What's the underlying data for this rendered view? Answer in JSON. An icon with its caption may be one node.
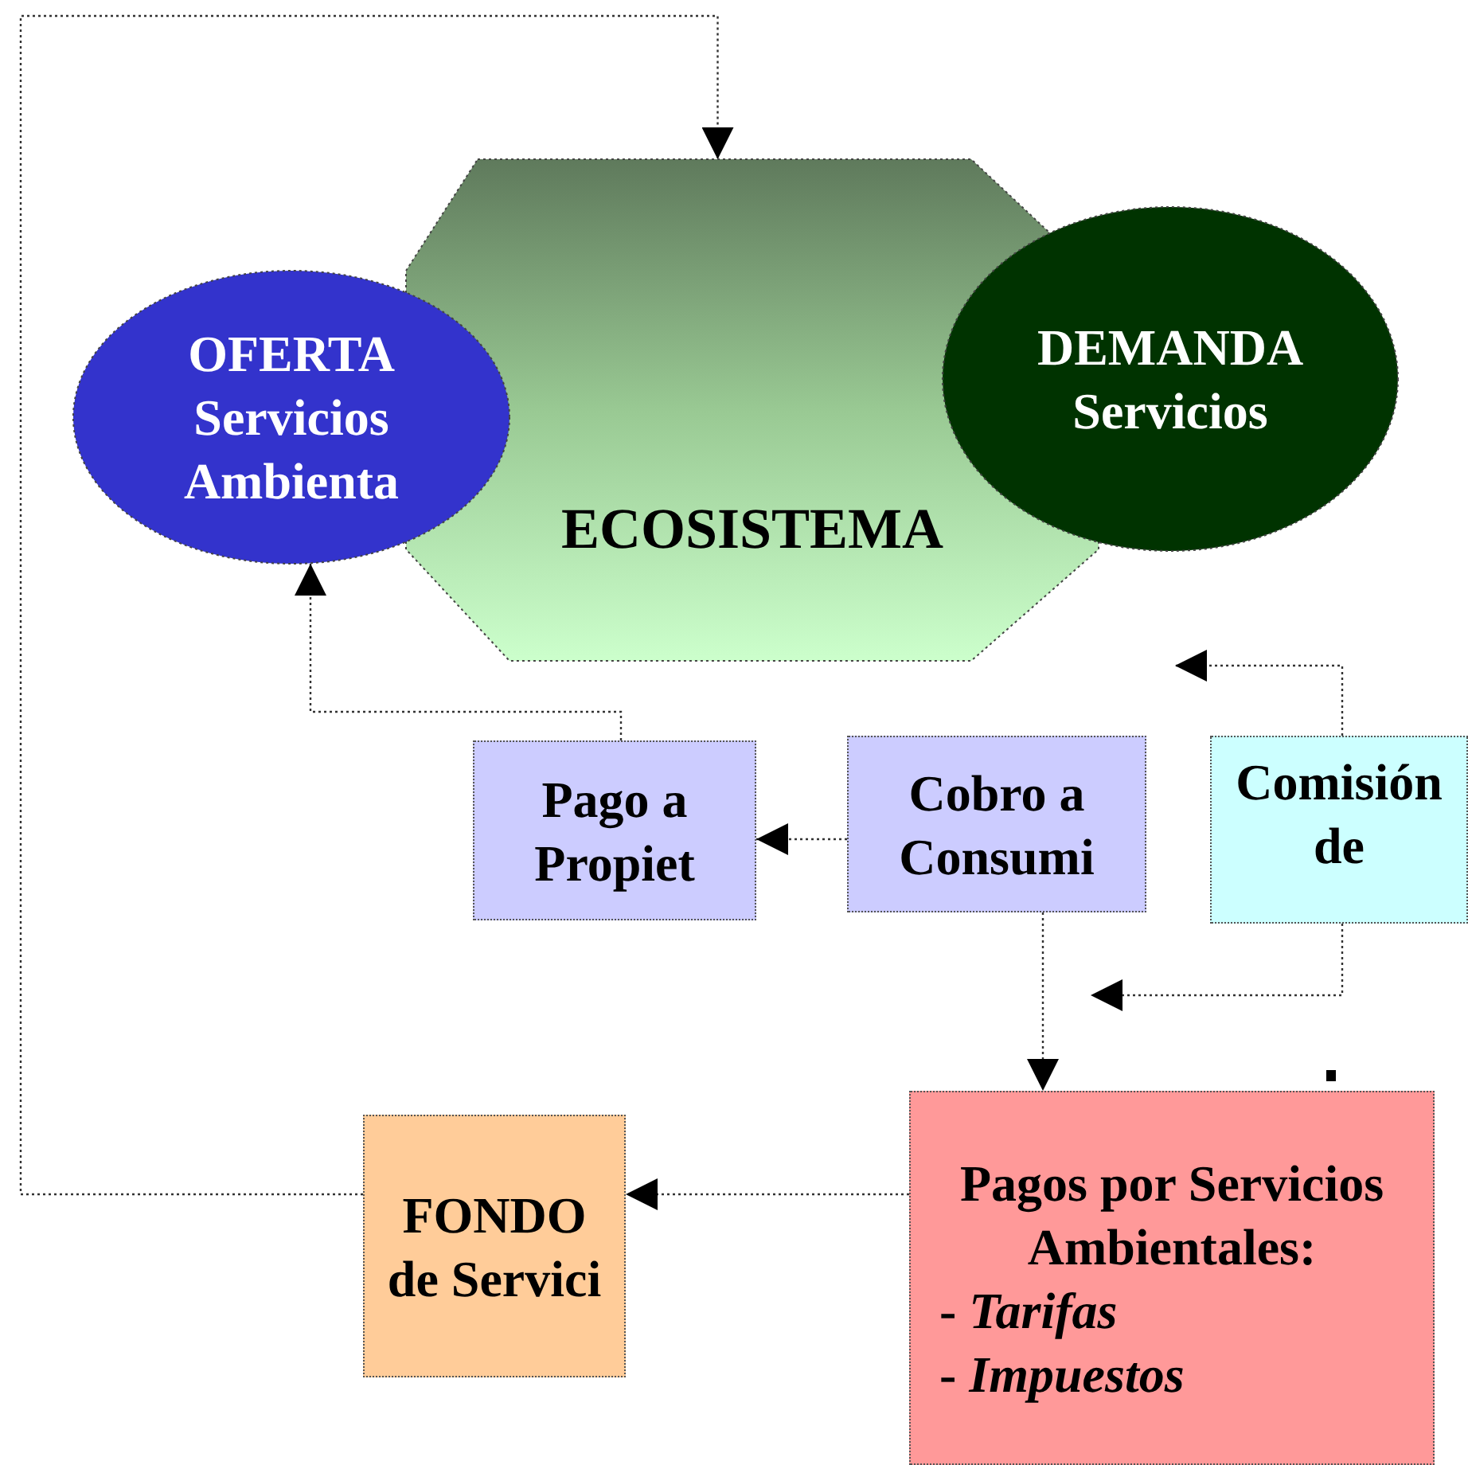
{
  "diagram": {
    "nodes": [
      {
        "text": [
          "ECOSISTEMA"
        ]
      },
      {
        "text": [
          "OFERTA Servicios Ambienta"
        ]
      },
      {
        "text": [
          "DEMANDA Servicios"
        ]
      },
      {
        "text": [
          "Pago a Propiet"
        ]
      },
      {
        "text": [
          "Cobro a Consumi"
        ]
      },
      {
        "text": [
          "Comisión de"
        ]
      },
      {
        "text": [
          "Pagos por Servicios Ambientales:",
          "-  *Tarifas*",
          "- *Impuestos*"
        ]
      },
      {
        "text": [
          "FONDO de Servici"
        ]
      }
    ],
    "edges": [
      {
        "from": 7,
        "to": 0,
        "arrow": "to"
      },
      {
        "from": 3,
        "to": 1,
        "arrow": "to"
      },
      {
        "from": 4,
        "to": 3,
        "arrow": "to"
      },
      {
        "from": 4,
        "to": 6,
        "arrow": "to"
      },
      {
        "from": 5,
        "to": null,
        "arrow": "to"
      },
      {
        "from": 5,
        "to": null,
        "arrow": "to"
      },
      {
        "from": 6,
        "to": 7,
        "arrow": "to"
      }
    ]
  }
}
